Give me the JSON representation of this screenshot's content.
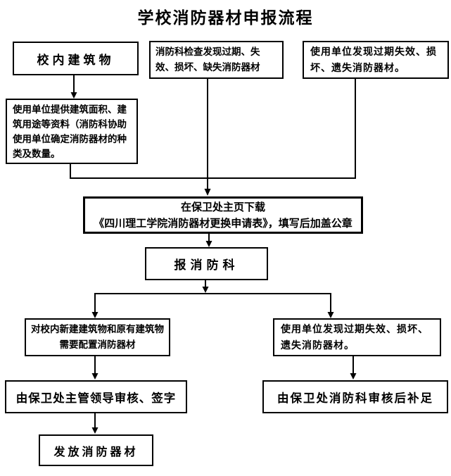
{
  "title": "学校消防器材申报流程",
  "nodes": {
    "campus_buildings": "校内建筑物",
    "inspection_finding": "消防科检查发现过期、失效、损坏、缺失消防器材",
    "user_finding_top": "使用单位发现过期失效、损坏、遗失消防器材。",
    "provide_info": "使用单位提供建筑面积、建筑用途等资料（消防科协助使用单位确定消防器材的种类及数量。",
    "download_line1": "在保卫处主页下载",
    "download_line2": "《四川理工学院消防器材更换申请表》，填写后加盖公章",
    "report_fire_division": "报消防科",
    "buildings_need_equipment": "对校内新建建筑物和原有建筑物需要配置消防器材",
    "user_finding_bottom": "使用单位发现过期失效、损坏、遗失消防器材。",
    "leader_review_sign": "由保卫处主管领导审核、签字",
    "fire_division_review_supplement": "由保卫处消防科审核后补足",
    "distribute_equipment": "发放消防器材"
  }
}
